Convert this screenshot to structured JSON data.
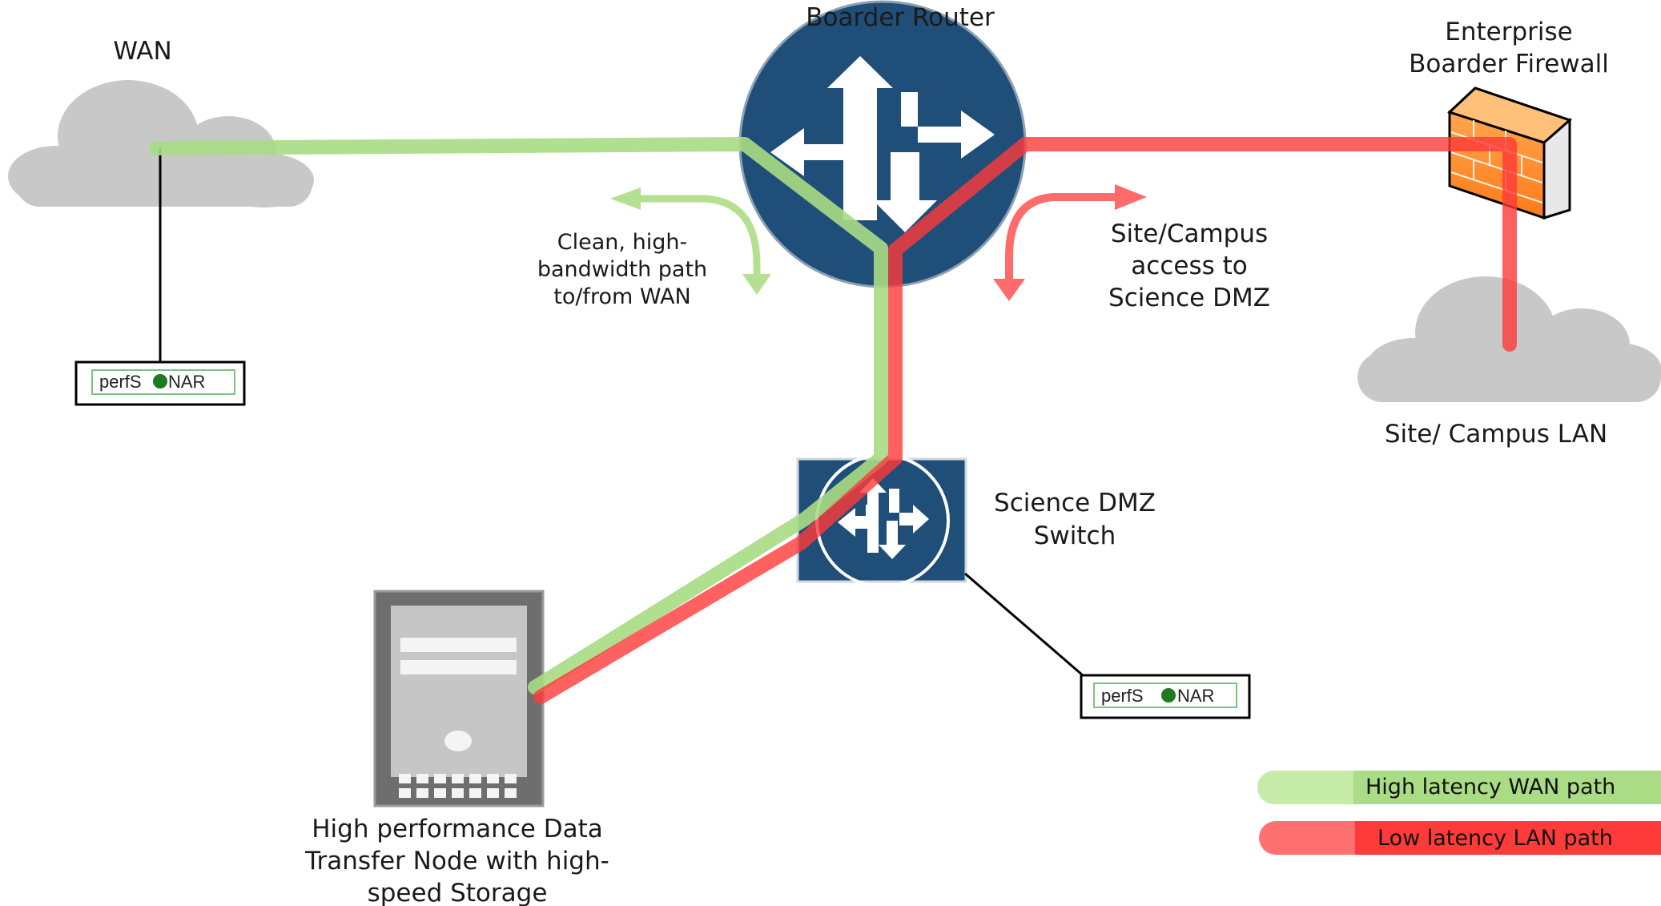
{
  "nodes": {
    "wan": {
      "label": "WAN"
    },
    "border_router": {
      "label": "Boarder Router"
    },
    "firewall": {
      "label_lines": [
        "Enterprise",
        "Boarder Firewall"
      ]
    },
    "campus_lan": {
      "label": "Site/ Campus LAN"
    },
    "dmz_switch": {
      "label_lines": [
        "Science DMZ",
        "Switch"
      ]
    },
    "dtn": {
      "label_lines": [
        "High performance Data",
        "Transfer Node with high-",
        "speed Storage"
      ]
    },
    "perfsonar_wan": {
      "label_left": "perfS",
      "label_right": "NAR"
    },
    "perfsonar_dmz": {
      "label_left": "perfS",
      "label_right": "NAR"
    }
  },
  "annotations": {
    "clean_path": [
      "Clean, high-",
      "bandwidth path",
      "to/from WAN"
    ],
    "campus_access": [
      "Site/Campus",
      "access to",
      "Science DMZ"
    ]
  },
  "legend": {
    "wan_path": "High latency WAN path",
    "lan_path": "Low latency LAN path"
  },
  "colors": {
    "wan_path": "#a9dc84",
    "lan_path": "#ff3a3a",
    "router_fill": "#1f4e79",
    "cloud": "#c8c8c8",
    "perfsonar_dot": "#1e7a1e"
  }
}
